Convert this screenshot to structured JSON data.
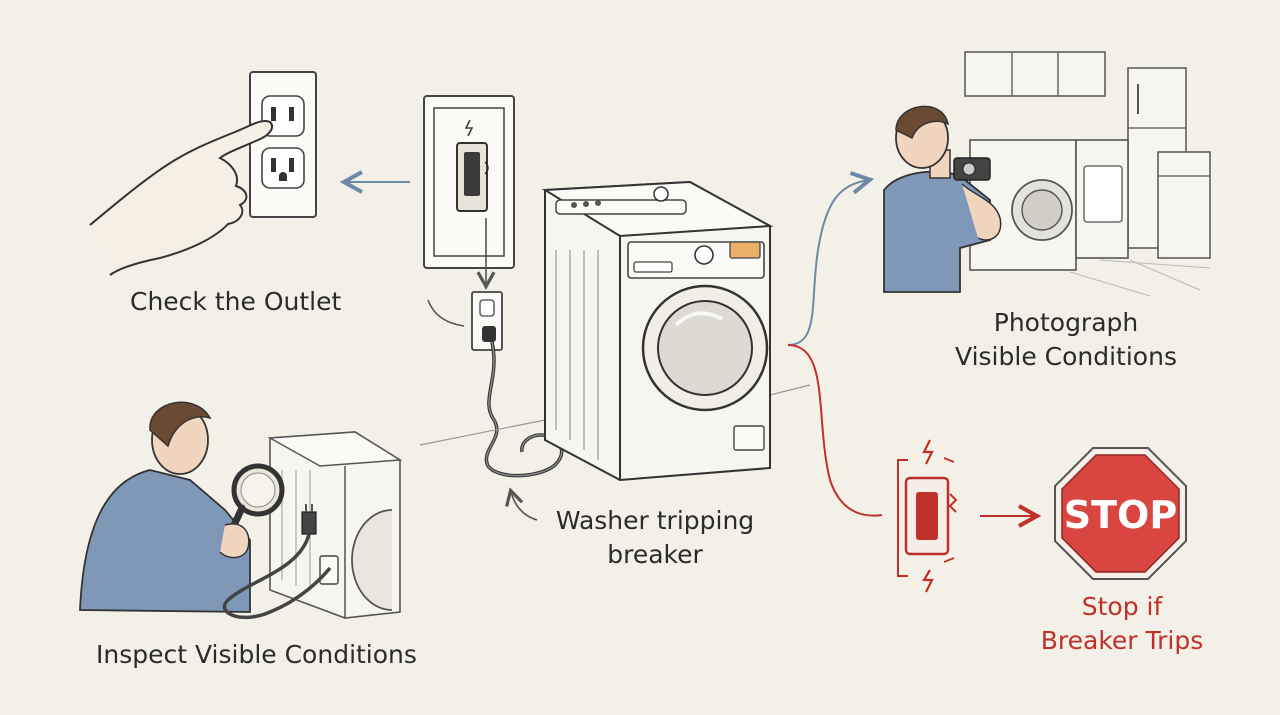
{
  "steps": {
    "check_outlet": "Check the Outlet",
    "photograph_line1": "Photograph",
    "photograph_line2": "Visible Conditions",
    "inspect": "Inspect Visible Conditions",
    "washer_line1": "Washer tripping",
    "washer_line2": "breaker",
    "stop_line1": "Stop if",
    "stop_line2": "Breaker Trips"
  },
  "stop_sign": {
    "text": "STOP"
  },
  "colors": {
    "background": "#f3f0e8",
    "ink": "#2b2b2b",
    "accent_blue": "#6e89a8",
    "warning_red": "#c0302b",
    "stop_red": "#d9453f",
    "shirt_blue": "#7f98b8",
    "skin": "#f0d5bf",
    "hair": "#6b4a33",
    "display_orange": "#eab06a"
  },
  "icons": [
    "hand-icon",
    "outlet-icon",
    "breaker-panel-icon",
    "washer-icon",
    "power-plug-icon",
    "magnifier-icon",
    "camera-phone-icon",
    "stop-sign-icon",
    "tripped-switch-icon",
    "lightning-icon"
  ]
}
